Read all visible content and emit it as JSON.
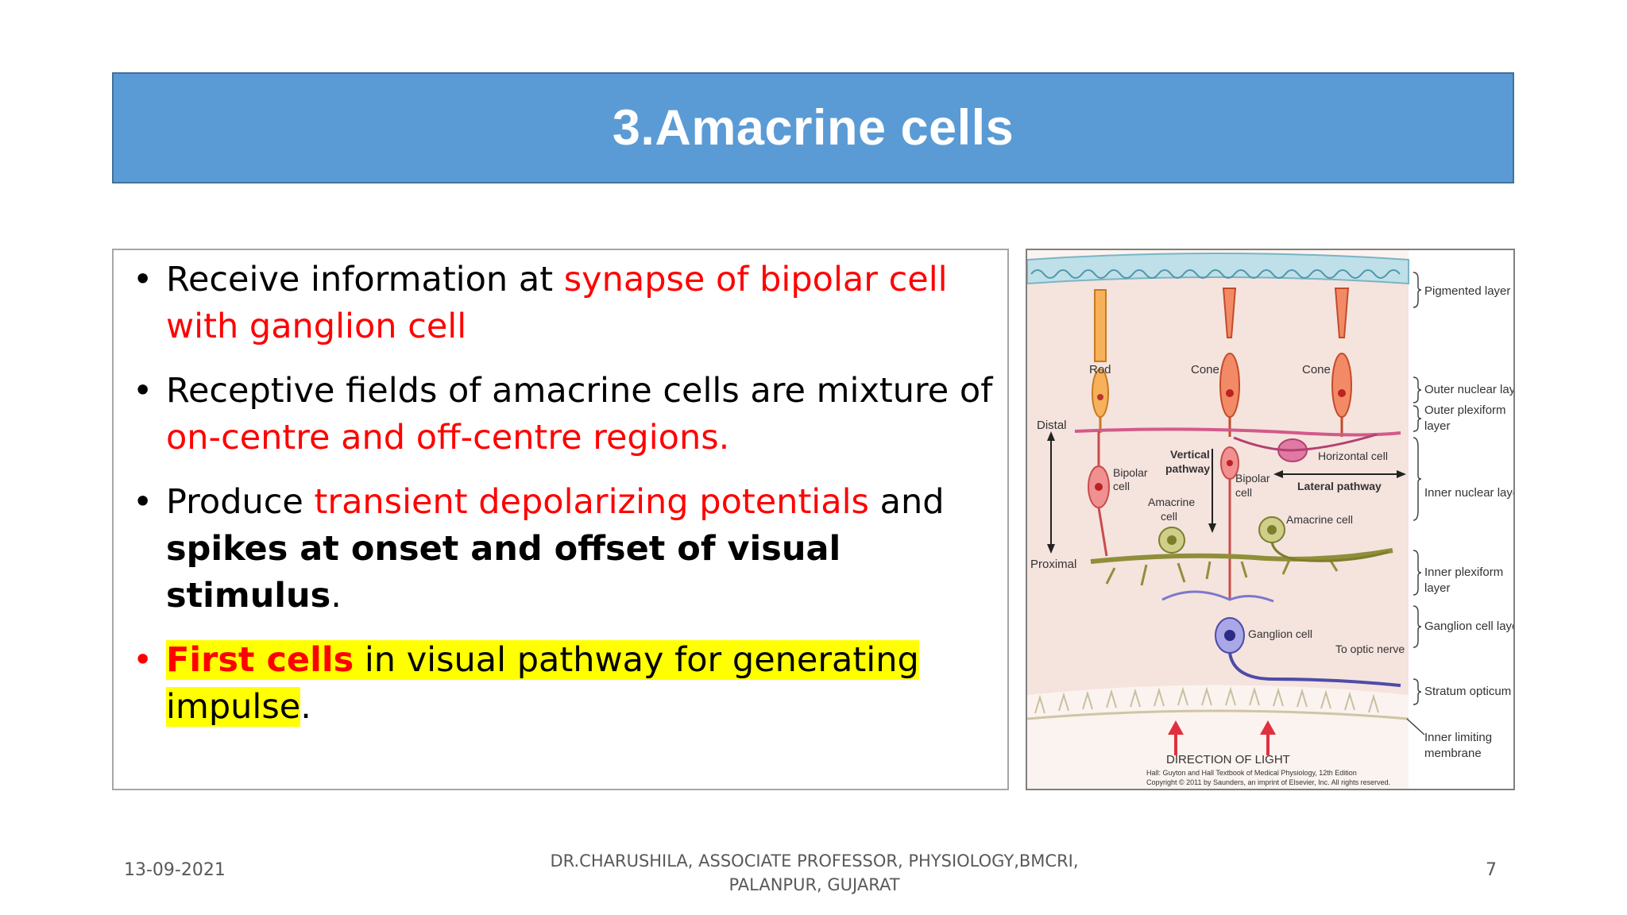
{
  "slide": {
    "title": "3.Amacrine cells",
    "bullets": [
      {
        "parts": [
          {
            "text": "Receive information at ",
            "style": ""
          },
          {
            "text": "synapse of bipolar cell with ganglion cell",
            "style": "red"
          }
        ]
      },
      {
        "parts": [
          {
            "text": "Receptive fields of amacrine cells are mixture of ",
            "style": ""
          },
          {
            "text": "on-centre and off-centre regions.",
            "style": "red"
          }
        ]
      },
      {
        "parts": [
          {
            "text": "Produce ",
            "style": ""
          },
          {
            "text": "transient depolarizing potentials",
            "style": "red"
          },
          {
            "text": " and ",
            "style": ""
          },
          {
            "text": "spikes at onset and offset of visual stimulus",
            "style": "bold"
          },
          {
            "text": ".",
            "style": ""
          }
        ]
      },
      {
        "bullet_color": "#ff0000",
        "parts": [
          {
            "text": "First cells",
            "style": "red bold hl"
          },
          {
            "text": " in  visual pathway for generating ",
            "style": "hl"
          },
          {
            "text": "impulse",
            "style": "hl"
          },
          {
            "text": ".",
            "style": ""
          }
        ]
      }
    ]
  },
  "figure": {
    "labels": {
      "pigmented_layer": "Pigmented layer",
      "outer_nuclear_layer": "Outer nuclear layer",
      "outer_plexiform_layer_1": "Outer plexiform",
      "outer_plexiform_layer_2": "layer",
      "inner_nuclear_layer": "Inner nuclear layer",
      "inner_plexiform_layer_1": "Inner plexiform",
      "inner_plexiform_layer_2": "layer",
      "ganglion_cell_layer": "Ganglion cell layer",
      "stratum_opticum": "Stratum opticum",
      "inner_limiting_membrane_1": "Inner limiting",
      "inner_limiting_membrane_2": "membrane",
      "rod": "Rod",
      "cone_1": "Cone",
      "cone_2": "Cone",
      "distal": "Distal",
      "proximal": "Proximal",
      "vertical_pathway_1": "Vertical",
      "vertical_pathway_2": "pathway",
      "bipolar_cell_1a": "Bipolar",
      "bipolar_cell_1b": "cell",
      "bipolar_cell_2a": "Bipolar",
      "bipolar_cell_2b": "cell",
      "horizontal_cell": "Horizontal cell",
      "lateral_pathway": "Lateral pathway",
      "amacrine_cell_1a": "Amacrine",
      "amacrine_cell_1b": "cell",
      "amacrine_cell_2": "Amacrine cell",
      "ganglion_cell": "Ganglion cell",
      "to_optic_nerve": "To optic nerve",
      "direction_of_light": "DIRECTION OF LIGHT",
      "credit_1": "Hall: Guyton and Hall Textbook of Medical Physiology, 12th Edition",
      "credit_2": "Copyright © 2011 by Saunders, an imprint of Elsevier, Inc. All rights reserved."
    }
  },
  "footer": {
    "date": "13-09-2021",
    "author_line1": "DR.CHARUSHILA, ASSOCIATE PROFESSOR, PHYSIOLOGY,BMCRI,",
    "author_line2": "PALANPUR, GUJARAT",
    "page": "7"
  }
}
